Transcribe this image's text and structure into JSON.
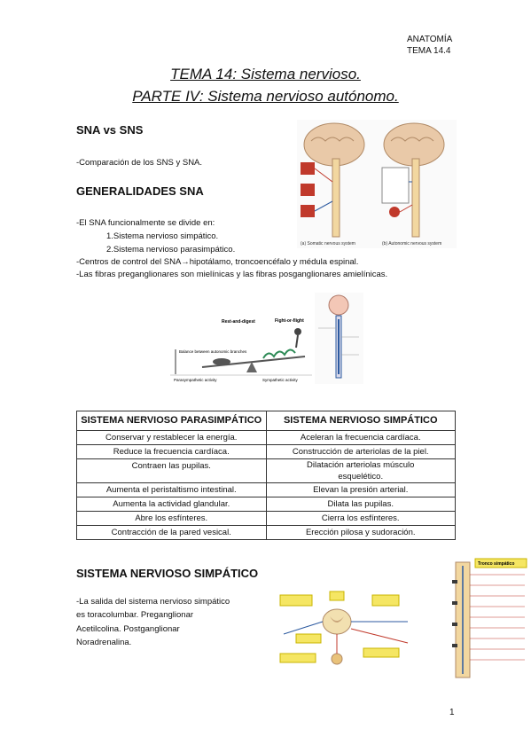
{
  "header": {
    "line1": "ANATOMÍA",
    "line2": "TEMA 14.4"
  },
  "title": {
    "line1": "TEMA 14: Sistema nervioso.",
    "line2": "PARTE IV: Sistema nervioso autónomo."
  },
  "s1": {
    "heading": "SNA vs SNS",
    "text": "-Comparación de los SNS y SNA."
  },
  "s2": {
    "heading": "GENERALIDADES SNA",
    "l1": "-El SNA funcionalmente se divide en:",
    "l2": "1.Sistema nervioso simpático.",
    "l3": "2.Sistema nervioso parasimpático.",
    "l4": "-Centros de control del SNA→hipotálamo, troncoencéfalo y médula espinal.",
    "l5": "-Las fibras preganglionares son mielínicas y las fibras posganglionares amielínicas."
  },
  "fig1": {
    "a_label": "(a) Somatic nervous system",
    "b_label": "(b) Autonomic nervous system"
  },
  "fig2": {
    "rest": "Rest-and-digest",
    "fight": "Fight-or-flight",
    "balance": "Balance between autonomic branches",
    "para": "Parasympathetic activity",
    "symp": "Sympathetic activity"
  },
  "table": {
    "col1": "SISTEMA NERVIOSO PARASIMPÁTICO",
    "col2": "SISTEMA NERVIOSO SIMPÁTICO",
    "rows": [
      [
        "Conservar y restablecer la energía.",
        "Aceleran la frecuencia cardíaca."
      ],
      [
        "Reduce la frecuencia cardíaca.",
        "Construcción de arteriolas de la piel."
      ],
      [
        "Contraen las pupilas.",
        "Dilatación arteriolas músculo esquelético."
      ],
      [
        "Aumenta el peristaltismo intestinal.",
        "Elevan la presión arterial."
      ],
      [
        "Aumenta la actividad glandular.",
        "Dilata las pupilas."
      ],
      [
        "Abre los esfínteres.",
        "Cierra los esfínteres."
      ],
      [
        "Contracción de la pared vesical.",
        "Erección pilosa y sudoración."
      ]
    ]
  },
  "s3": {
    "heading": "SISTEMA NERVIOSO SIMPÁTICO",
    "l1": "-La salida del sistema nervioso simpático",
    "l2": "es toracolumbar. Preganglionar",
    "l3": "Acetilcolina. Postganglionar",
    "l4": "Noradrenalina."
  },
  "fig4": {
    "label": "Tronco simpático"
  },
  "page_number": "1",
  "colors": {
    "brain": "#e9c9a8",
    "nerve_red": "#c0392b",
    "nerve_blue": "#2c5aa0",
    "yellow_box": "#f5e663",
    "cord": "#f2d7a0"
  }
}
